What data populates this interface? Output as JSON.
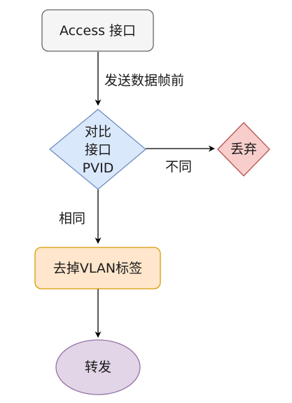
{
  "diagram": {
    "start_node": "Access 接口",
    "edge_before_compare": "发送数据帧前",
    "decision_lines": [
      "对比",
      "接口",
      "PVID"
    ],
    "edge_different": "不同",
    "drop_node": "丢弃",
    "edge_same": "相同",
    "strip_node": "去掉VLAN标签",
    "forward_node": "转发"
  },
  "colors": {
    "start_fill": "#f5f5f5",
    "start_stroke": "#666666",
    "decision_fill": "#dae8fc",
    "decision_stroke": "#6c8ebf",
    "drop_fill": "#f8cecc",
    "drop_stroke": "#b85450",
    "strip_fill": "#ffe6cc",
    "strip_stroke": "#d79b00",
    "forward_fill": "#e1d5e7",
    "forward_stroke": "#9673a6",
    "edge": "#000000"
  }
}
